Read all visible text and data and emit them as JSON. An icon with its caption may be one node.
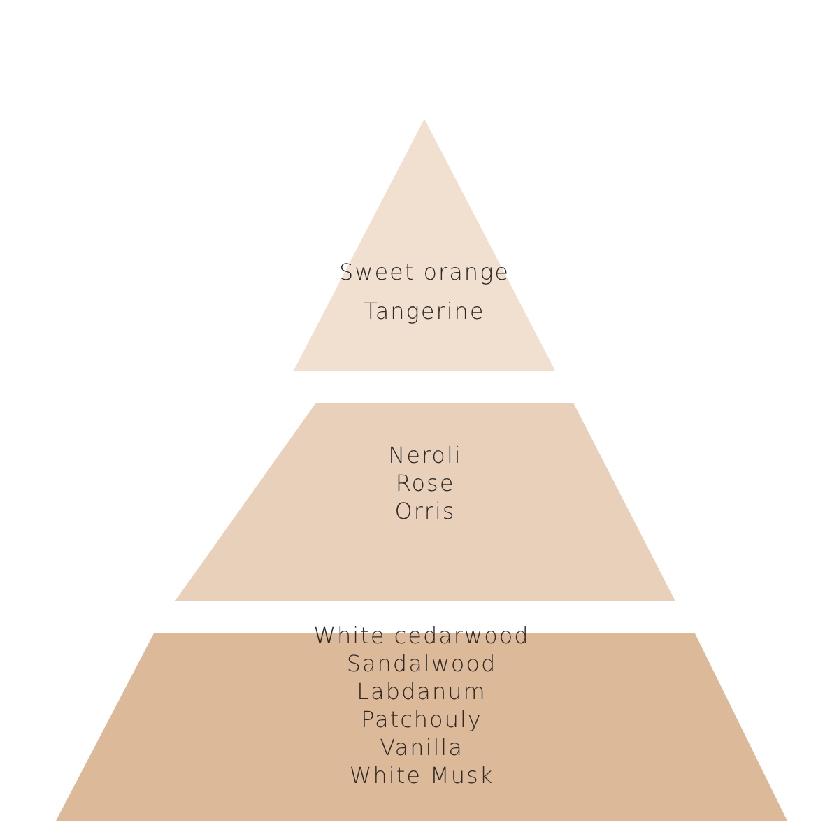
{
  "diagram": {
    "nodes": [
      {
        "text": [
          "Sweet orange",
          "Tangerine"
        ]
      },
      {
        "text": [
          "Neroli",
          "Rose",
          "Orris"
        ]
      },
      {
        "text": [
          "White cedarwood",
          "Sandalwood",
          "Labdanum",
          "Patchouly",
          "Vanilla",
          "White Musk"
        ]
      }
    ]
  }
}
